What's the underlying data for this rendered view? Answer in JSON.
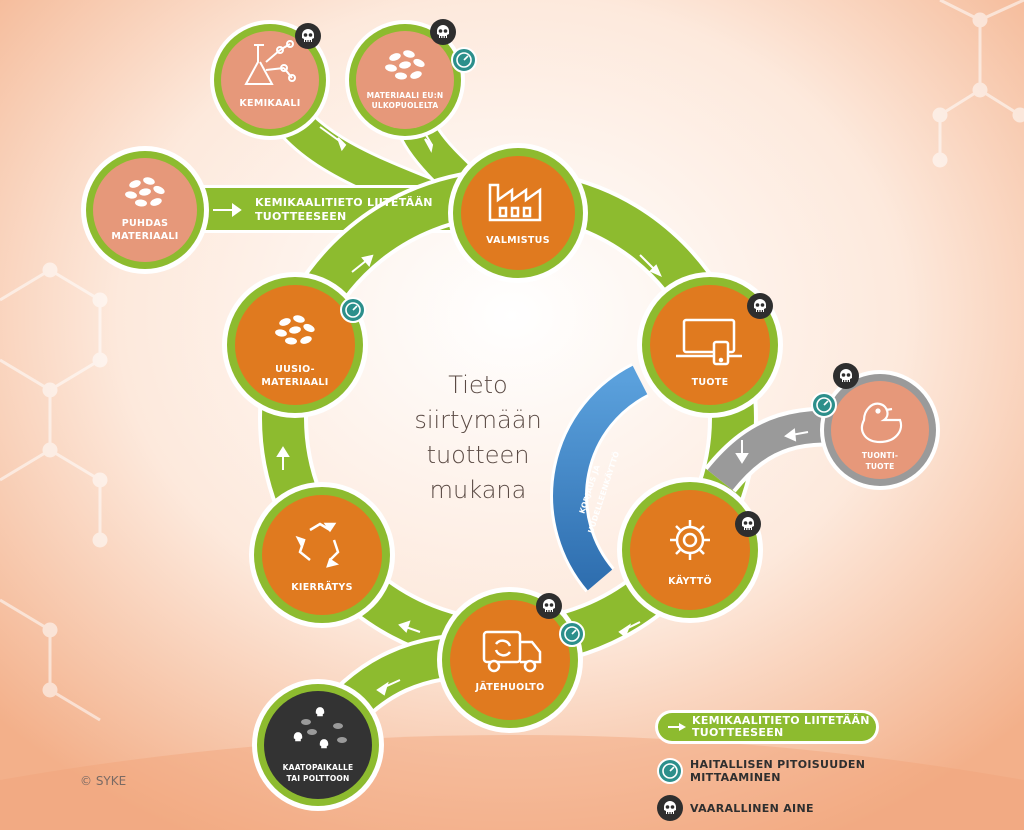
{
  "center_text": [
    "Tieto",
    "siirtymään",
    "tuotteen",
    "mukana"
  ],
  "nodes": {
    "kemikaali": "KEMIKAALI",
    "materiaali_eun": [
      "MATERIAALI EU:N",
      "ULKOPUOLELTA"
    ],
    "puhdas": [
      "PUHDAS",
      "MATERIAALI"
    ],
    "valmistus": "VALMISTUS",
    "tuote": "TUOTE",
    "tuontituote": [
      "TUONTI-",
      "TUOTE"
    ],
    "kaytto": "KÄYTTÖ",
    "jatehuolto": "JÄTEHUOLTO",
    "kierratys": "KIERRÄTYS",
    "uusiomateriaali": [
      "UUSIO-",
      "MATERIAALI"
    ],
    "kaatopaikka": [
      "KAATOPAIKALLE",
      "TAI POLTTOON"
    ]
  },
  "band_label": [
    "KEMIKAALITIETO LIITETÄÄN",
    "TUOTTEESEEN"
  ],
  "repair_label": [
    "KORJAUS JA",
    "UUDELLEENKÄYTTÖ"
  ],
  "legend": {
    "item1": [
      "KEMIKAALITIETO LIITETÄÄN",
      "TUOTTEESEEN"
    ],
    "item2": [
      "HAITALLISEN PITOISUUDEN",
      "MITTAAMINEN"
    ],
    "item3": "VAARALLINEN AINE"
  },
  "copyright": "© SYKE",
  "colors": {
    "green": "#8dbb2f",
    "orange": "#e07a1f",
    "salmon": "#e6987a",
    "teal": "#2c8f8b",
    "dark": "#333333",
    "blue": "#4b8fce",
    "gray": "#9a9a9a"
  }
}
